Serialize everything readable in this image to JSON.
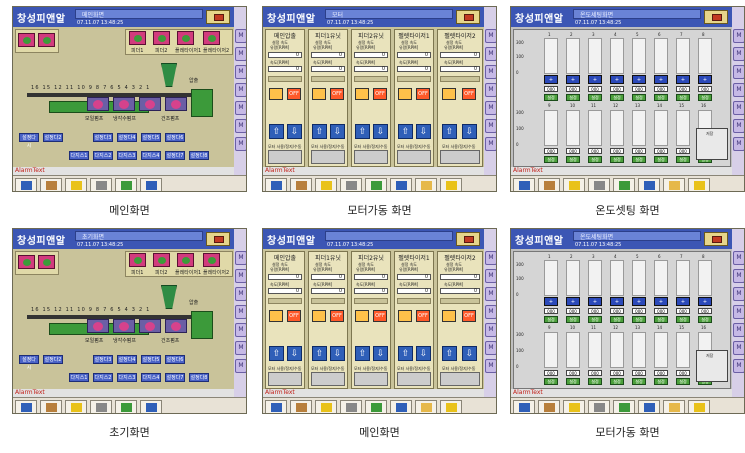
{
  "app": {
    "logo": "창성피앤알",
    "alarm": "AlarmText",
    "datetime": "07.11.07 13:48:25"
  },
  "screens": [
    {
      "id": "s1",
      "caption": "메인화면",
      "header_title": "메인화면"
    },
    {
      "id": "s2",
      "caption": "모터가동 화면",
      "header_title": "모터"
    },
    {
      "id": "s3",
      "caption": "온도셋팅 화면",
      "header_title": "온도세팅화면"
    },
    {
      "id": "s4",
      "caption": "초기화면",
      "header_title": "초기화면"
    },
    {
      "id": "s5",
      "caption": "메인화면",
      "header_title": ""
    },
    {
      "id": "s6",
      "caption": "모터가동 화면",
      "header_title": "온도세팅화면"
    }
  ],
  "main": {
    "molds": [
      "피더1",
      "피더2",
      "플레타이저1",
      "플레타이저2"
    ],
    "ticks": "16 15 12 11 10 9 8 7 6 5 4 3 2 1",
    "hopper_label": "압출",
    "labels": [
      "모일펌프",
      "냉각수펌프",
      "건조펌프"
    ],
    "buttons_row1": [
      "설정다시",
      "설정다2",
      "설정다3",
      "설정다4",
      "설정다5",
      "설정다6"
    ],
    "buttons_row2": [
      "다지스1",
      "다지스2",
      "다지스3",
      "다지스4",
      "설정다7",
      "설정다8"
    ]
  },
  "motor": {
    "columns": [
      "메인압출",
      "피더1유닛",
      "피더2유닛",
      "펠렛타이저1",
      "펠렛타이저2"
    ],
    "sub1": "설정 속도",
    "sub2": "유량[RPM]",
    "speed_label": "속도[RPM]",
    "on": "ON",
    "off": "OFF",
    "value": "0",
    "bottom": "모터 사용/정지/수동"
  },
  "temp": {
    "top_cols": [
      "1",
      "2",
      "3",
      "4",
      "5",
      "6",
      "7",
      "8"
    ],
    "bottom_cols": [
      "9",
      "10",
      "11",
      "12",
      "13",
      "14",
      "15",
      "16"
    ],
    "axis": [
      "300",
      "100",
      "0"
    ],
    "value": "000",
    "set_label": "설정",
    "save_label": "저장",
    "cur_label": "현재"
  }
}
